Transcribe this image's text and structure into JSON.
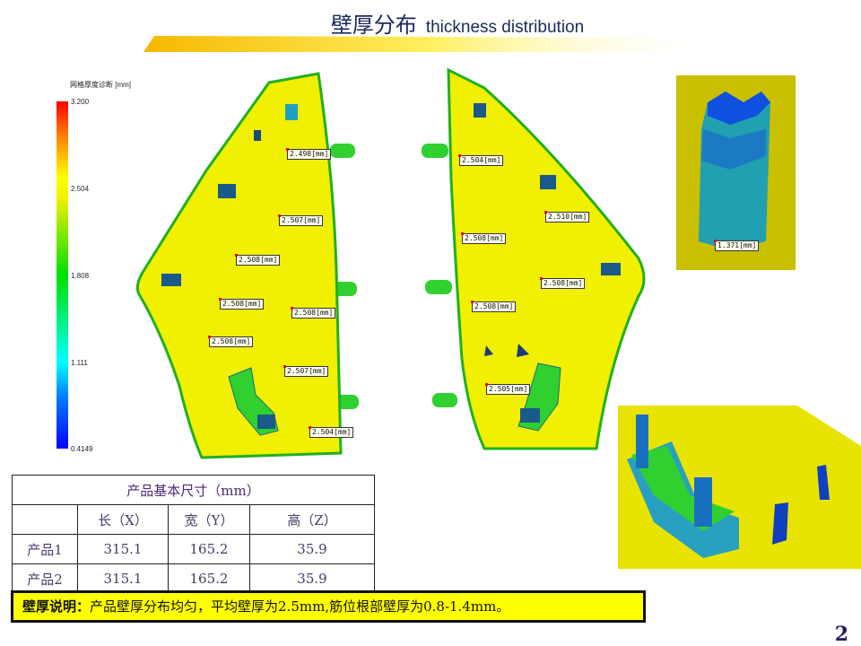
{
  "header": {
    "title_cn": "壁厚分布",
    "title_en": "thickness distribution"
  },
  "legend": {
    "title": "网格厚度诊断 [mm]",
    "ticks": [
      "3.200",
      "2.504",
      "1.808",
      "1.111",
      "0.4149"
    ]
  },
  "part_left": {
    "probes": [
      "2.498[mm]",
      "2.507[mm]",
      "2.508[mm]",
      "2.508[mm]",
      "2.508[mm]",
      "2.508[mm]",
      "2.507[mm]",
      "2.504[mm]"
    ]
  },
  "part_right": {
    "probes": [
      "2.504[mm]",
      "2.510[mm]",
      "2.508[mm]",
      "2.508[mm]",
      "2.508[mm]",
      "2.505[mm]"
    ]
  },
  "detail_top": {
    "probe": "1.371[mm]"
  },
  "table": {
    "title": "产品基本尺寸（mm）",
    "columns": [
      "",
      "长（X）",
      "宽（Y）",
      "高（Z）"
    ],
    "rows": [
      [
        "产品1",
        "315.1",
        "165.2",
        "35.9"
      ],
      [
        "产品2",
        "315.1",
        "165.2",
        "35.9"
      ]
    ]
  },
  "note": {
    "label": "壁厚说明：",
    "text": "产品壁厚分布均匀，平均壁厚为2.5mm,筋位根部壁厚为0.8-1.4mm。"
  },
  "page_number": "2",
  "colors": {
    "part": "#f0f000",
    "edge": "#20c020",
    "rib": "#1a5a8a",
    "title": "#1a2a5a"
  }
}
